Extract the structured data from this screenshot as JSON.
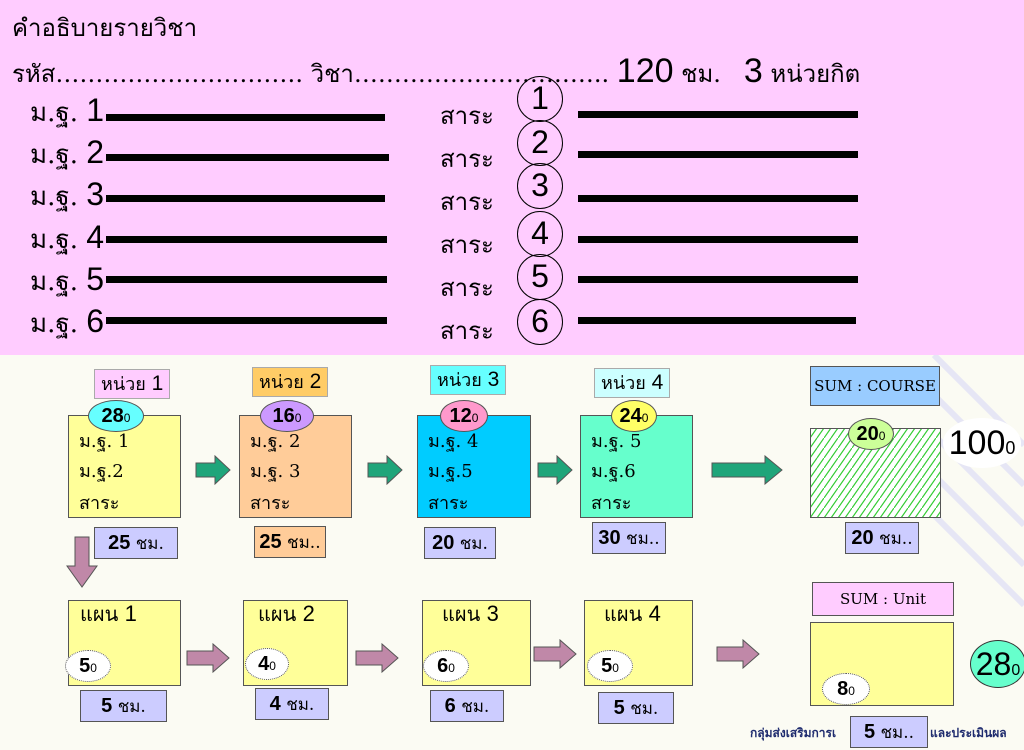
{
  "header": {
    "title": "คำอธิบายรายวิชา",
    "code_label": "รหัส",
    "dots_1": "………………………….",
    "subject_label": "วิชา",
    "dots_2": "…………………………..",
    "hours_value": "120",
    "hours_unit": "ชม.",
    "credit_value": "3",
    "credit_unit": "หน่วยกิต"
  },
  "standards": [
    {
      "label": "ม.ฐ.",
      "num": "1"
    },
    {
      "label": "ม.ฐ.",
      "num": "2"
    },
    {
      "label": "ม.ฐ.",
      "num": "3"
    },
    {
      "label": "ม.ฐ.",
      "num": "4"
    },
    {
      "label": "ม.ฐ.",
      "num": "5"
    },
    {
      "label": "ม.ฐ.",
      "num": "6"
    }
  ],
  "saras": [
    {
      "label": "สาระ",
      "num": "1"
    },
    {
      "label": "สาระ",
      "num": "2"
    },
    {
      "label": "สาระ",
      "num": "3"
    },
    {
      "label": "สาระ",
      "num": "4"
    },
    {
      "label": "สาระ",
      "num": "5"
    },
    {
      "label": "สาระ",
      "num": "6"
    }
  ],
  "units": [
    {
      "tag": "หน่วย",
      "num": "1",
      "score": "28",
      "score_suffix": "0",
      "lines": [
        "ม.ฐ. 1",
        "ม.ฐ.2",
        "สาระ"
      ],
      "hours": "25",
      "hours_unit": "ชม."
    },
    {
      "tag": "หน่วย",
      "num": "2",
      "score": "16",
      "score_suffix": "0",
      "lines": [
        "ม.ฐ. 2",
        "ม.ฐ. 3",
        "สาระ"
      ],
      "hours": "25",
      "hours_unit": "ชม.."
    },
    {
      "tag": "หน่วย",
      "num": "3",
      "score": "12",
      "score_suffix": "0",
      "lines": [
        "ม.ฐ. 4",
        "ม.ฐ.5",
        "สาระ"
      ],
      "hours": "20",
      "hours_unit": "ชม."
    },
    {
      "tag": "หน่วย",
      "num": "4",
      "score": "24",
      "score_suffix": "0",
      "lines": [
        "ม.ฐ. 5",
        "ม.ฐ.6",
        "สาระ"
      ],
      "hours": "30",
      "hours_unit": "ชม.."
    }
  ],
  "sum_course": {
    "label": "SUM : COURSE",
    "score": "20",
    "score_suffix": "0",
    "hours": "20",
    "hours_unit": "ชม..",
    "total": "100",
    "total_suffix": "0"
  },
  "plans": [
    {
      "label": "แผน",
      "num": "1",
      "score": "5",
      "score_suffix": "0",
      "hours": "5",
      "hours_unit": "ชม."
    },
    {
      "label": "แผน",
      "num": "2",
      "score": "4",
      "score_suffix": "0",
      "hours": "4",
      "hours_unit": "ชม."
    },
    {
      "label": "แผน",
      "num": "3",
      "score": "6",
      "score_suffix": "0",
      "hours": "6",
      "hours_unit": "ชม."
    },
    {
      "label": "แผน",
      "num": "4",
      "score": "5",
      "score_suffix": "0",
      "hours": "5",
      "hours_unit": "ชม."
    }
  ],
  "sum_unit": {
    "label": "SUM : Unit",
    "score": "8",
    "score_suffix": "0",
    "hours": "5",
    "hours_unit": "ชม..",
    "total": "28",
    "total_suffix": "0"
  },
  "footer": {
    "left": "กลุ่มส่งเสริมการเ",
    "right": "และประเมินผล"
  },
  "colors": {
    "top_bg": "#ffccff",
    "unit1": "#ffff99",
    "unit2": "#ffcc99",
    "unit3": "#00ccff",
    "unit4": "#66ffcc",
    "arrow_green": "#1fa57a",
    "arrow_mauve": "#c088a8"
  }
}
